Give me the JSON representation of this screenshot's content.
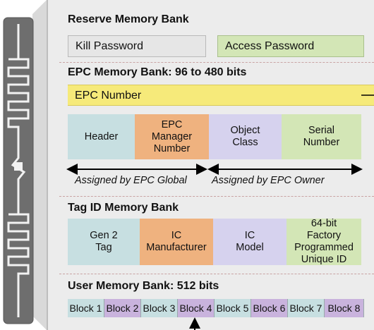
{
  "reserve": {
    "title": "Reserve Memory Bank",
    "kill_password": "Kill Password",
    "access_password": "Access Password"
  },
  "epc": {
    "title": "EPC Memory Bank:  96 to 480 bits",
    "number": "EPC Number",
    "fields": [
      {
        "label": "Header",
        "color": "#c7dfe1"
      },
      {
        "label": "EPC\nManager\nNumber",
        "color": "#efb27f"
      },
      {
        "label": "Object\nClass",
        "color": "#d6d2ee"
      },
      {
        "label": "Serial\nNumber",
        "color": "#d3e6b6"
      }
    ],
    "assigned_global": "Assigned by EPC Global",
    "assigned_owner": "Assigned by EPC Owner"
  },
  "tid": {
    "title": "Tag ID Memory Bank",
    "fields": [
      {
        "label": "Gen 2\nTag",
        "color": "#c7dfe1"
      },
      {
        "label": "IC\nManufacturer",
        "color": "#efb27f"
      },
      {
        "label": "IC\nModel",
        "color": "#d6d2ee"
      },
      {
        "label": "64-bit\nFactory\nProgrammed\nUnique ID",
        "color": "#d3e6b6"
      }
    ]
  },
  "user": {
    "title": "User Memory Bank: 512 bits",
    "blocks": [
      "Block 1",
      "Block 2",
      "Block 3",
      "Block 4",
      "Block 5",
      "Block 6",
      "Block 7",
      "Block 8"
    ],
    "block_colors": [
      "#c7dfe1",
      "#c9b3dd"
    ]
  },
  "colors": {
    "panel_bg": "#ececec",
    "kill_password_bg": "#e6e6e6",
    "access_password_bg": "#d3e6b6",
    "epc_number_bg": "#f6ea7a",
    "separator": "#c9a3a3"
  }
}
